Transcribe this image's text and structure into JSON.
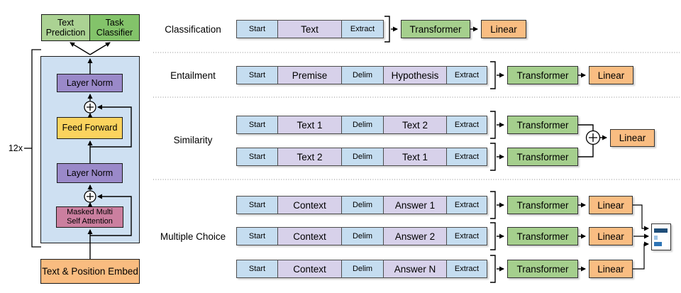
{
  "palette": {
    "token_special_blue": "#c5ddf0",
    "token_content_purple": "#d7d1ea",
    "transformer_green": "#a5cf8d",
    "linear_orange": "#f9bd82",
    "text_prediction_green": "#abd293",
    "task_classifier_green": "#83c36a",
    "layer_norm_purple": "#9a89c9",
    "feed_forward_yellow": "#fbd35e",
    "attention_pink": "#cb7f9f",
    "embed_orange": "#f9bc80",
    "transformer_body_blue": "#cee0f2",
    "score_bar_dark": "#1f4e79",
    "score_bar_light": "#9dc3e6",
    "score_bar_medium": "#2e75b6"
  },
  "left_panel": {
    "repeat_label": "12x",
    "text_prediction": "Text\nPrediction",
    "task_classifier": "Task\nClassifier",
    "layer_norm_top": "Layer Norm",
    "feed_forward": "Feed Forward",
    "layer_norm_bottom": "Layer Norm",
    "masked_attention": "Masked Multi\nSelf Attention",
    "embed": "Text & Position Embed"
  },
  "tasks": {
    "classification": {
      "label": "Classification",
      "tokens": [
        "Start",
        "Text",
        "Extract"
      ],
      "transformer": "Transformer",
      "linear": "Linear"
    },
    "entailment": {
      "label": "Entailment",
      "tokens": [
        "Start",
        "Premise",
        "Delim",
        "Hypothesis",
        "Extract"
      ],
      "transformer": "Transformer",
      "linear": "Linear"
    },
    "similarity": {
      "label": "Similarity",
      "rows": [
        {
          "tokens": [
            "Start",
            "Text 1",
            "Delim",
            "Text 2",
            "Extract"
          ],
          "transformer": "Transformer"
        },
        {
          "tokens": [
            "Start",
            "Text 2",
            "Delim",
            "Text 1",
            "Extract"
          ],
          "transformer": "Transformer"
        }
      ],
      "linear": "Linear"
    },
    "multiple_choice": {
      "label": "Multiple Choice",
      "rows": [
        {
          "tokens": [
            "Start",
            "Context",
            "Delim",
            "Answer 1",
            "Extract"
          ],
          "transformer": "Transformer",
          "linear": "Linear"
        },
        {
          "tokens": [
            "Start",
            "Context",
            "Delim",
            "Answer 2",
            "Extract"
          ],
          "transformer": "Transformer",
          "linear": "Linear"
        },
        {
          "tokens": [
            "Start",
            "Context",
            "Delim",
            "Answer N",
            "Extract"
          ],
          "transformer": "Transformer",
          "linear": "Linear"
        }
      ]
    }
  }
}
